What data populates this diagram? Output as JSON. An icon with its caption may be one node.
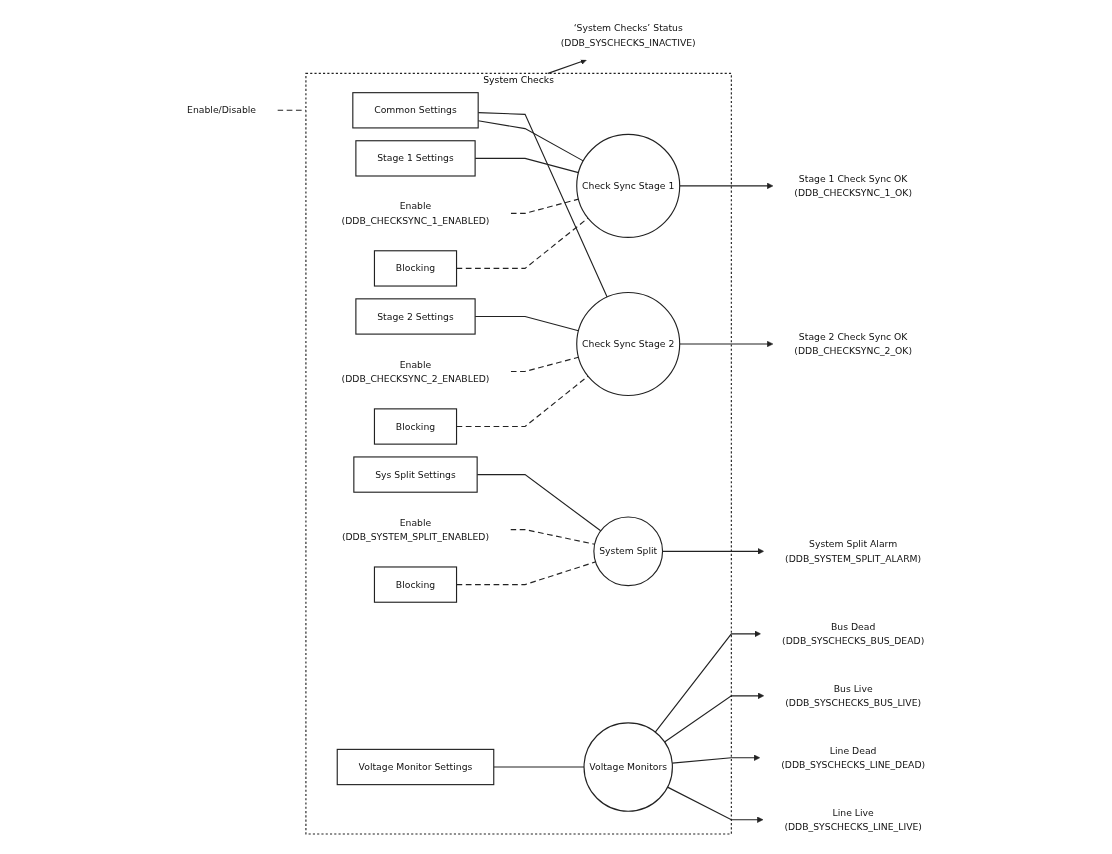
{
  "diagram": {
    "nodes": [
      {
        "text": [
          "Enable/Disable"
        ]
      },
      {
        "text": [
          "System Checks"
        ]
      },
      {
        "text": [
          "Common Settings"
        ],
        "in": 1
      },
      {
        "text": [
          "Stage 1 Settings"
        ],
        "in": 1
      },
      {
        "text": [
          "Enable",
          "(DDB_CHECKSYNC_1_ENABLED)"
        ],
        "in": 1
      },
      {
        "text": [
          "Blocking"
        ],
        "in": 1
      },
      {
        "text": [
          "Check Sync Stage 1"
        ],
        "in": 1
      },
      {
        "text": [
          "Stage 2 Settings"
        ],
        "in": 1
      },
      {
        "text": [
          "Enable",
          "(DDB_CHECKSYNC_2_ENABLED)"
        ],
        "in": 1
      },
      {
        "text": [
          "Blocking"
        ],
        "in": 1
      },
      {
        "text": [
          "Check Sync Stage 2"
        ],
        "in": 1
      },
      {
        "text": [
          "Sys Split Settings"
        ],
        "in": 1
      },
      {
        "text": [
          "Enable",
          "(DDB_SYSTEM_SPLIT_ENABLED)"
        ],
        "in": 1
      },
      {
        "text": [
          "Blocking"
        ],
        "in": 1
      },
      {
        "text": [
          "System Split"
        ],
        "in": 1
      },
      {
        "text": [
          "Voltage Monitor Settings"
        ],
        "in": 1
      },
      {
        "text": [
          "Voltage Monitors"
        ],
        "in": 1
      },
      {
        "text": [
          "‘System Checks’ Status",
          "(DDB_SYSCHECKS_INACTIVE)"
        ]
      },
      {
        "text": [
          "Stage 1 Check Sync OK",
          "(DDB_CHECKSYNC_1_OK)"
        ]
      },
      {
        "text": [
          "Stage 2 Check Sync OK",
          "(DDB_CHECKSYNC_2_OK)"
        ]
      },
      {
        "text": [
          "System Split Alarm",
          "(DDB_SYSTEM_SPLIT_ALARM)"
        ]
      },
      {
        "text": [
          "Line Live",
          "(DDB_SYSCHECKS_LINE_LIVE)"
        ]
      },
      {
        "text": [
          "Line Dead",
          "(DDB_SYSCHECKS_LINE_DEAD)"
        ]
      },
      {
        "text": [
          "Bus Live",
          "(DDB_SYSCHECKS_BUS_LIVE)"
        ]
      },
      {
        "text": [
          "Bus Dead",
          "(DDB_SYSCHECKS_BUS_DEAD)"
        ]
      }
    ],
    "edges": [
      {
        "from": 0,
        "to": 1,
        "arrow": "none",
        "style": "dashed"
      },
      {
        "from": 1,
        "to": 17,
        "arrow": "to"
      },
      {
        "from": 2,
        "to": 6,
        "arrow": "none"
      },
      {
        "from": 2,
        "to": 10,
        "arrow": "none"
      },
      {
        "from": 3,
        "to": 6,
        "arrow": "none"
      },
      {
        "from": 4,
        "to": 6,
        "arrow": "none",
        "style": "dashed"
      },
      {
        "from": 5,
        "to": 6,
        "arrow": "none",
        "style": "dashed"
      },
      {
        "from": 6,
        "to": 18,
        "arrow": "to"
      },
      {
        "from": 7,
        "to": 10,
        "arrow": "none"
      },
      {
        "from": 8,
        "to": 10,
        "arrow": "none",
        "style": "dashed"
      },
      {
        "from": 9,
        "to": 10,
        "arrow": "none",
        "style": "dashed"
      },
      {
        "from": 10,
        "to": 19,
        "arrow": "to"
      },
      {
        "from": 11,
        "to": 14,
        "arrow": "none"
      },
      {
        "from": 12,
        "to": 14,
        "arrow": "none",
        "style": "dashed"
      },
      {
        "from": 13,
        "to": 14,
        "arrow": "none",
        "style": "dashed"
      },
      {
        "from": 14,
        "to": 20,
        "arrow": "to"
      },
      {
        "from": 15,
        "to": 16,
        "arrow": "none"
      },
      {
        "from": 16,
        "to": 21,
        "arrow": "to"
      },
      {
        "from": 16,
        "to": 22,
        "arrow": "to"
      },
      {
        "from": 16,
        "to": 23,
        "arrow": "to"
      },
      {
        "from": 16,
        "to": 24,
        "arrow": "to"
      }
    ]
  }
}
